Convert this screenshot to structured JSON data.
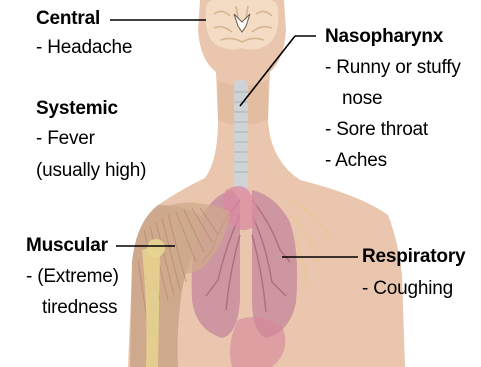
{
  "colors": {
    "skin": "#e9c6ad",
    "skin_edge": "#d9ab8c",
    "brain": "#f3dcc3",
    "brain_fold": "#d7b591",
    "muscle": "#cfa98d",
    "muscle_fiber": "#b88c6e",
    "bone": "#e7d58f",
    "lung": "#c98d9e",
    "lung_dark": "#a45b74",
    "trachea": "#cfd3d6",
    "heart": "#d98aa1",
    "text": "#000000",
    "leader": "#000000"
  },
  "labels": {
    "central": {
      "heading": "Central",
      "lines": [
        "- Headache"
      ]
    },
    "systemic": {
      "heading": "Systemic",
      "lines": [
        "- Fever",
        "(usually high)"
      ]
    },
    "nasopharynx": {
      "heading": "Nasopharynx",
      "lines": [
        "- Runny or stuffy",
        "nose",
        "- Sore throat",
        "- Aches"
      ]
    },
    "muscular": {
      "heading": "Muscular",
      "lines": [
        "- (Extreme)",
        "tiredness"
      ]
    },
    "respiratory": {
      "heading": "Respiratory",
      "lines": [
        "- Coughing"
      ]
    }
  }
}
